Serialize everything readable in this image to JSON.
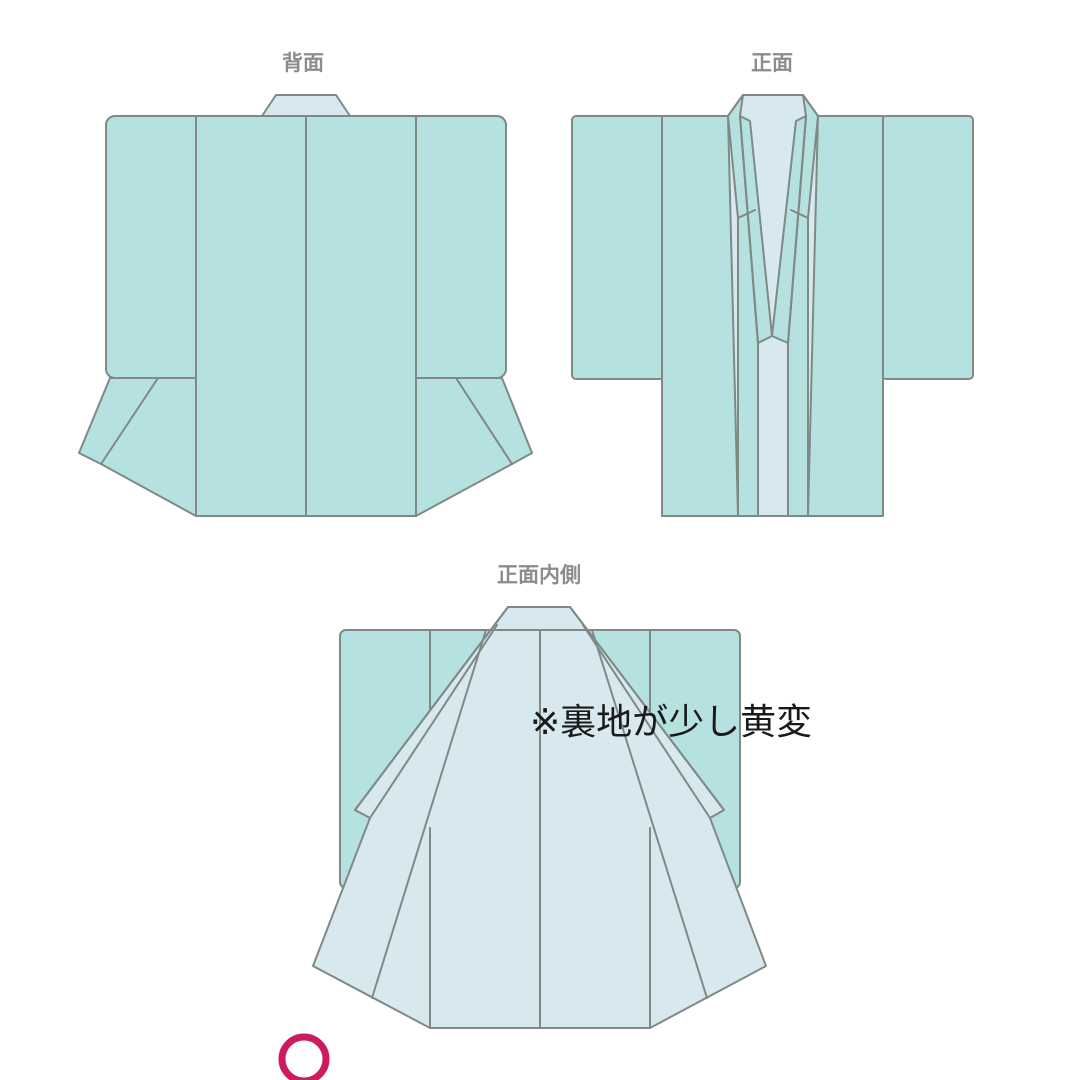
{
  "labels": {
    "back": "背面",
    "front": "正面",
    "front_inside": "正面内側"
  },
  "note": "※裏地が少し黄変",
  "colors": {
    "outer_fabric": "#b5e2e0",
    "lining": "#d7e8ef",
    "outline": "#7f8a87",
    "marker_ring": "#cc1b5e"
  }
}
